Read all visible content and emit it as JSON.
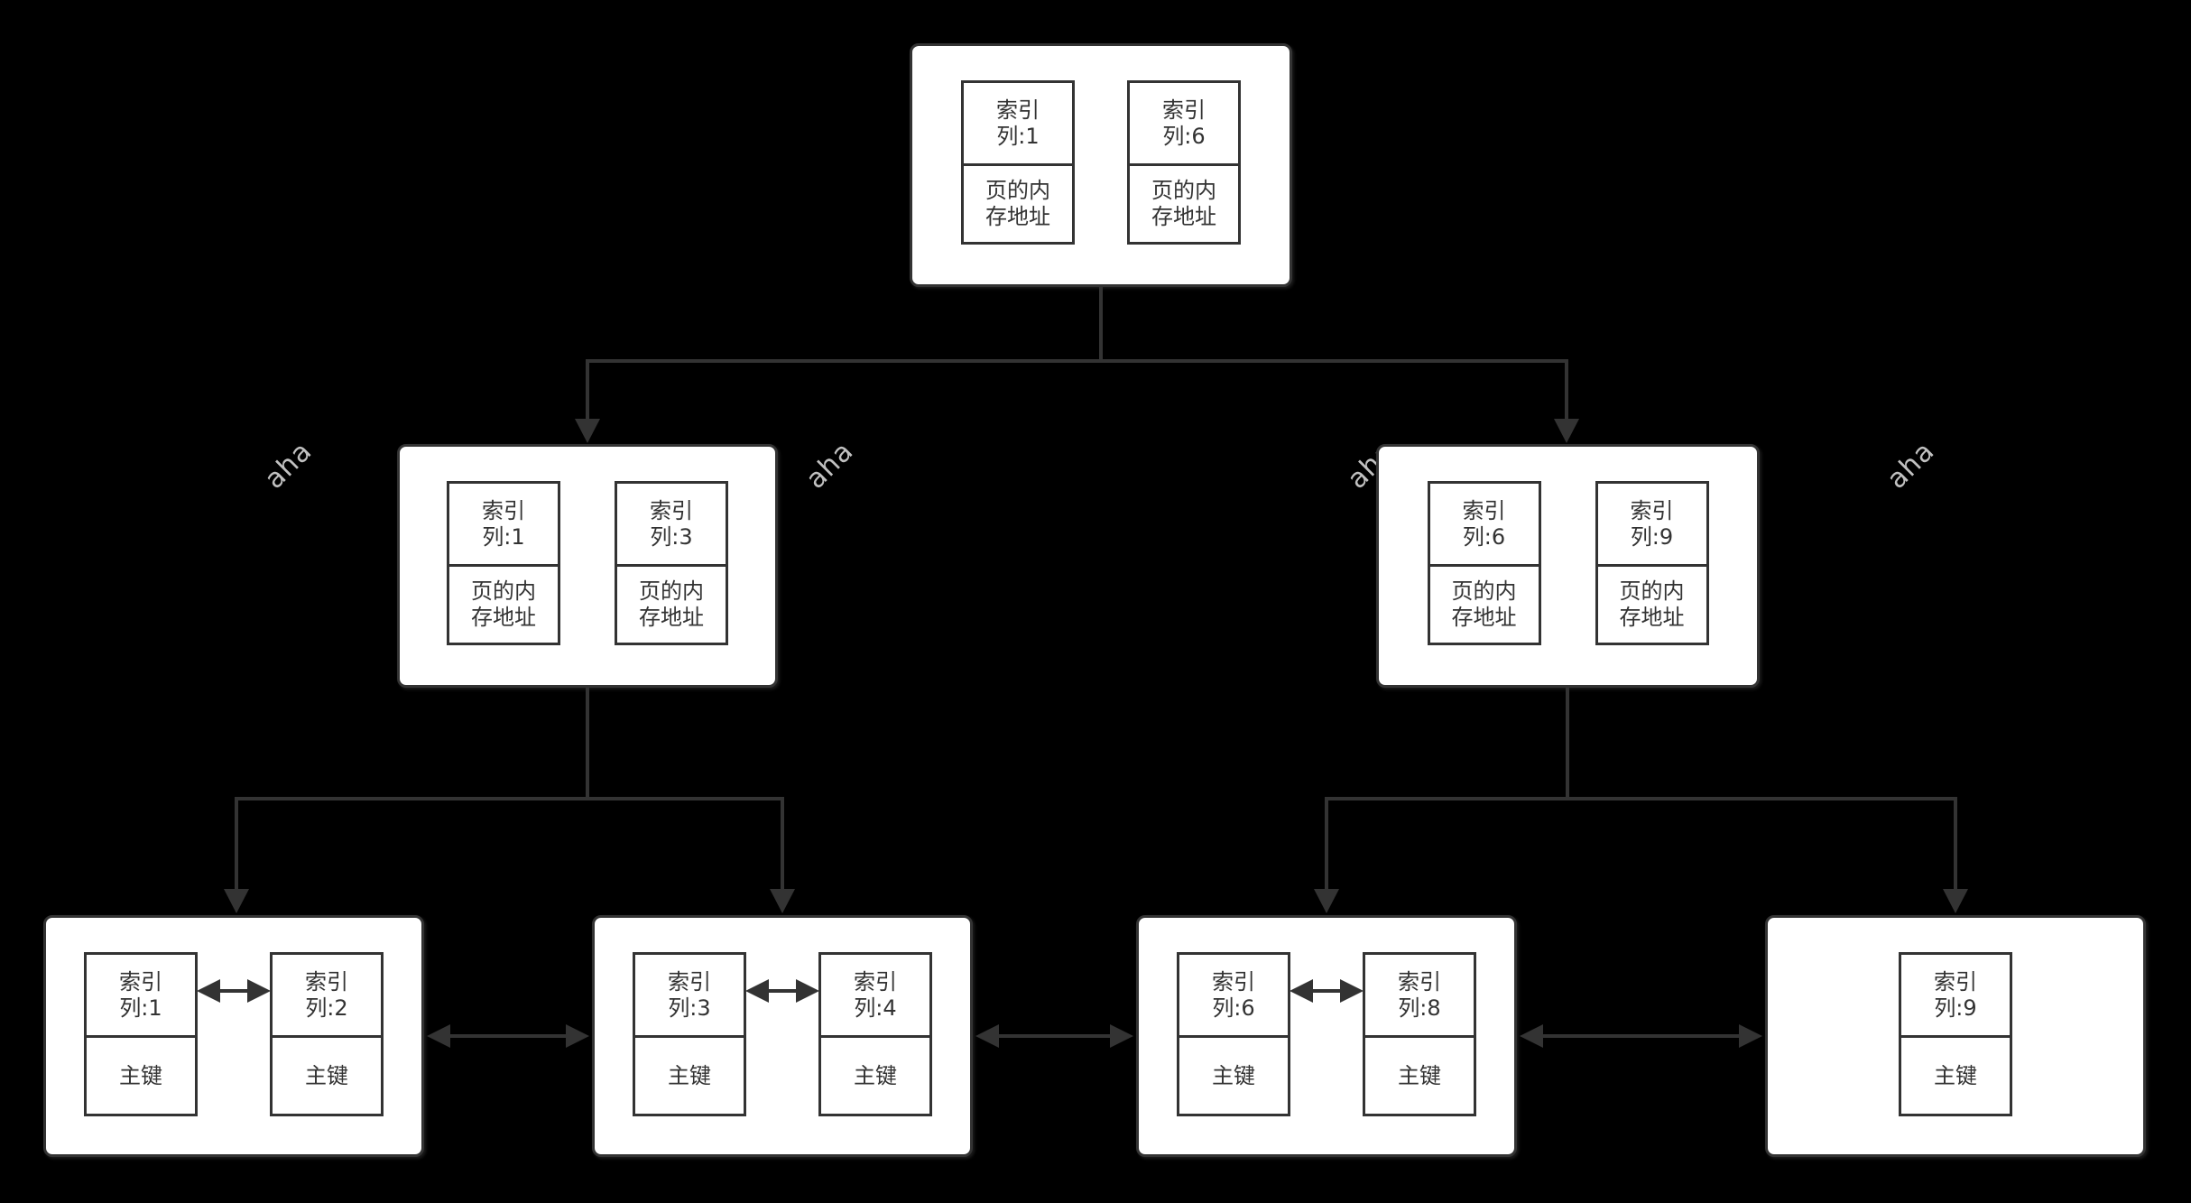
{
  "canvas": {
    "background_color": "#000000",
    "line_color": "#333333",
    "node_fill_color": "#ffffff",
    "text_color": "#333333",
    "watermark_color": "#dcdcdc"
  },
  "watermarks": [
    {
      "text": "aha"
    },
    {
      "text": "aha"
    },
    {
      "text": "aha"
    },
    {
      "text": "aha"
    }
  ],
  "nodes": {
    "root": {
      "cells": [
        {
          "top": [
            "索引",
            "列:1"
          ],
          "bottom": [
            "页的内",
            "存地址"
          ]
        },
        {
          "top": [
            "索引",
            "列:6"
          ],
          "bottom": [
            "页的内",
            "存地址"
          ]
        }
      ]
    },
    "internal_left": {
      "cells": [
        {
          "top": [
            "索引",
            "列:1"
          ],
          "bottom": [
            "页的内",
            "存地址"
          ]
        },
        {
          "top": [
            "索引",
            "列:3"
          ],
          "bottom": [
            "页的内",
            "存地址"
          ]
        }
      ]
    },
    "internal_right": {
      "cells": [
        {
          "top": [
            "索引",
            "列:6"
          ],
          "bottom": [
            "页的内",
            "存地址"
          ]
        },
        {
          "top": [
            "索引",
            "列:9"
          ],
          "bottom": [
            "页的内",
            "存地址"
          ]
        }
      ]
    },
    "leaf1": {
      "cells": [
        {
          "top": [
            "索引",
            "列:1"
          ],
          "bottom": [
            "主键"
          ]
        },
        {
          "top": [
            "索引",
            "列:2"
          ],
          "bottom": [
            "主键"
          ]
        }
      ]
    },
    "leaf2": {
      "cells": [
        {
          "top": [
            "索引",
            "列:3"
          ],
          "bottom": [
            "主键"
          ]
        },
        {
          "top": [
            "索引",
            "列:4"
          ],
          "bottom": [
            "主键"
          ]
        }
      ]
    },
    "leaf3": {
      "cells": [
        {
          "top": [
            "索引",
            "列:6"
          ],
          "bottom": [
            "主键"
          ]
        },
        {
          "top": [
            "索引",
            "列:8"
          ],
          "bottom": [
            "主键"
          ]
        }
      ]
    },
    "leaf4": {
      "cells": [
        {
          "top": [
            "索引",
            "列:9"
          ],
          "bottom": [
            "主键"
          ]
        }
      ]
    }
  }
}
